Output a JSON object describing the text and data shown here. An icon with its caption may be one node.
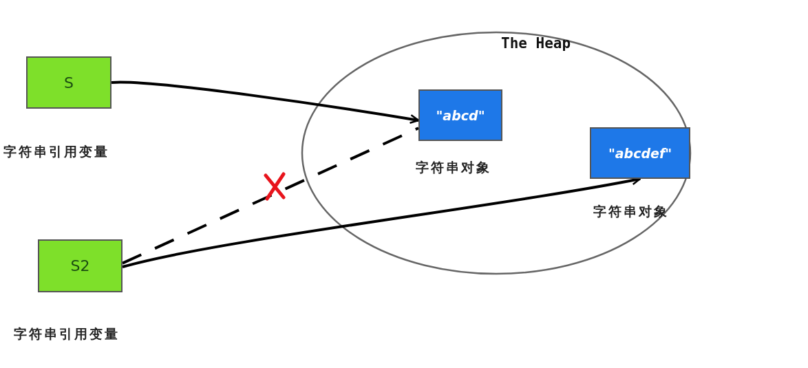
{
  "diagram": {
    "nodes": [
      {
        "text": [
          "S"
        ],
        "beside": [
          "字符串引用变量"
        ]
      },
      {
        "text": [
          "The Heap"
        ]
      },
      {
        "text": [
          "\"abcd\""
        ],
        "in": 1,
        "beside": [
          "字符串对象"
        ]
      },
      {
        "text": [
          "\"abcdef\""
        ],
        "in": 1,
        "beside": [
          "字符串对象"
        ]
      },
      {
        "text": [
          "S2"
        ],
        "beside": [
          "字符串引用变量"
        ]
      }
    ],
    "edges": [
      {
        "from": 0,
        "to": 2,
        "arrow": "to"
      },
      {
        "from": 4,
        "to": 2,
        "arrow": "none",
        "style": "dashed"
      },
      {
        "from": 4,
        "to": 3,
        "arrow": "to"
      }
    ]
  }
}
